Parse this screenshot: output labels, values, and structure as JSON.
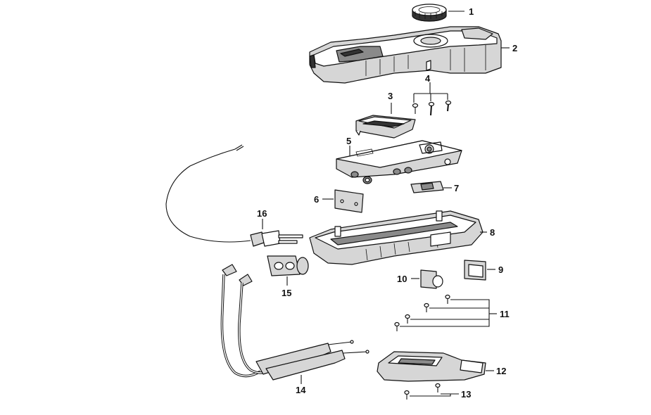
{
  "diagram": {
    "callouts": [
      {
        "id": "p1",
        "label": "1"
      },
      {
        "id": "p2",
        "label": "2"
      },
      {
        "id": "p3",
        "label": "3"
      },
      {
        "id": "p4",
        "label": "4"
      },
      {
        "id": "p5",
        "label": "5"
      },
      {
        "id": "p6",
        "label": "6"
      },
      {
        "id": "p7",
        "label": "7"
      },
      {
        "id": "p8",
        "label": "8"
      },
      {
        "id": "p9",
        "label": "9"
      },
      {
        "id": "p10",
        "label": "10"
      },
      {
        "id": "p11",
        "label": "11"
      },
      {
        "id": "p12",
        "label": "12"
      },
      {
        "id": "p13",
        "label": "13"
      },
      {
        "id": "p14",
        "label": "14"
      },
      {
        "id": "p15",
        "label": "15"
      },
      {
        "id": "p16",
        "label": "16"
      }
    ],
    "colors": {
      "ink": "#111111",
      "shade": "#d6d6d6",
      "dark": "#8a8a8a",
      "background": "#ffffff"
    }
  }
}
